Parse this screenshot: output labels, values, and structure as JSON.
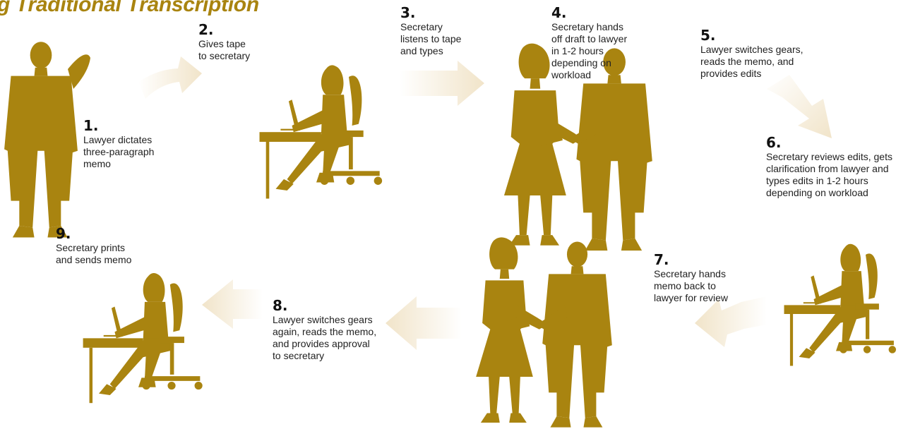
{
  "title": "g Traditional Transcription",
  "colors": {
    "figure": "#a98410",
    "arrow": "#f3e7d0",
    "arrow_fade": "#ffffff",
    "text": "#222222"
  },
  "steps": [
    {
      "num": "1.",
      "text": "Lawyer dictates\nthree-paragraph\nmemo"
    },
    {
      "num": "2.",
      "text": "Gives tape\nto secretary"
    },
    {
      "num": "3.",
      "text": "Secretary\nlistens to tape\nand types"
    },
    {
      "num": "4.",
      "text": "Secretary hands\noff draft to lawyer\nin 1-2 hours\ndepending on\nworkload"
    },
    {
      "num": "5.",
      "text": "Lawyer switches gears,\nreads the memo, and\nprovides edits"
    },
    {
      "num": "6.",
      "text": "Secretary reviews edits, gets\nclarification from lawyer and\ntypes edits in 1-2 hours\ndepending on workload"
    },
    {
      "num": "7.",
      "text": "Secretary hands\nmemo back to\nlawyer for review"
    },
    {
      "num": "8.",
      "text": "Lawyer switches gears\nagain, reads the memo,\nand provides approval\nto secretary"
    },
    {
      "num": "9.",
      "text": "Secretary prints\nand sends memo"
    }
  ]
}
